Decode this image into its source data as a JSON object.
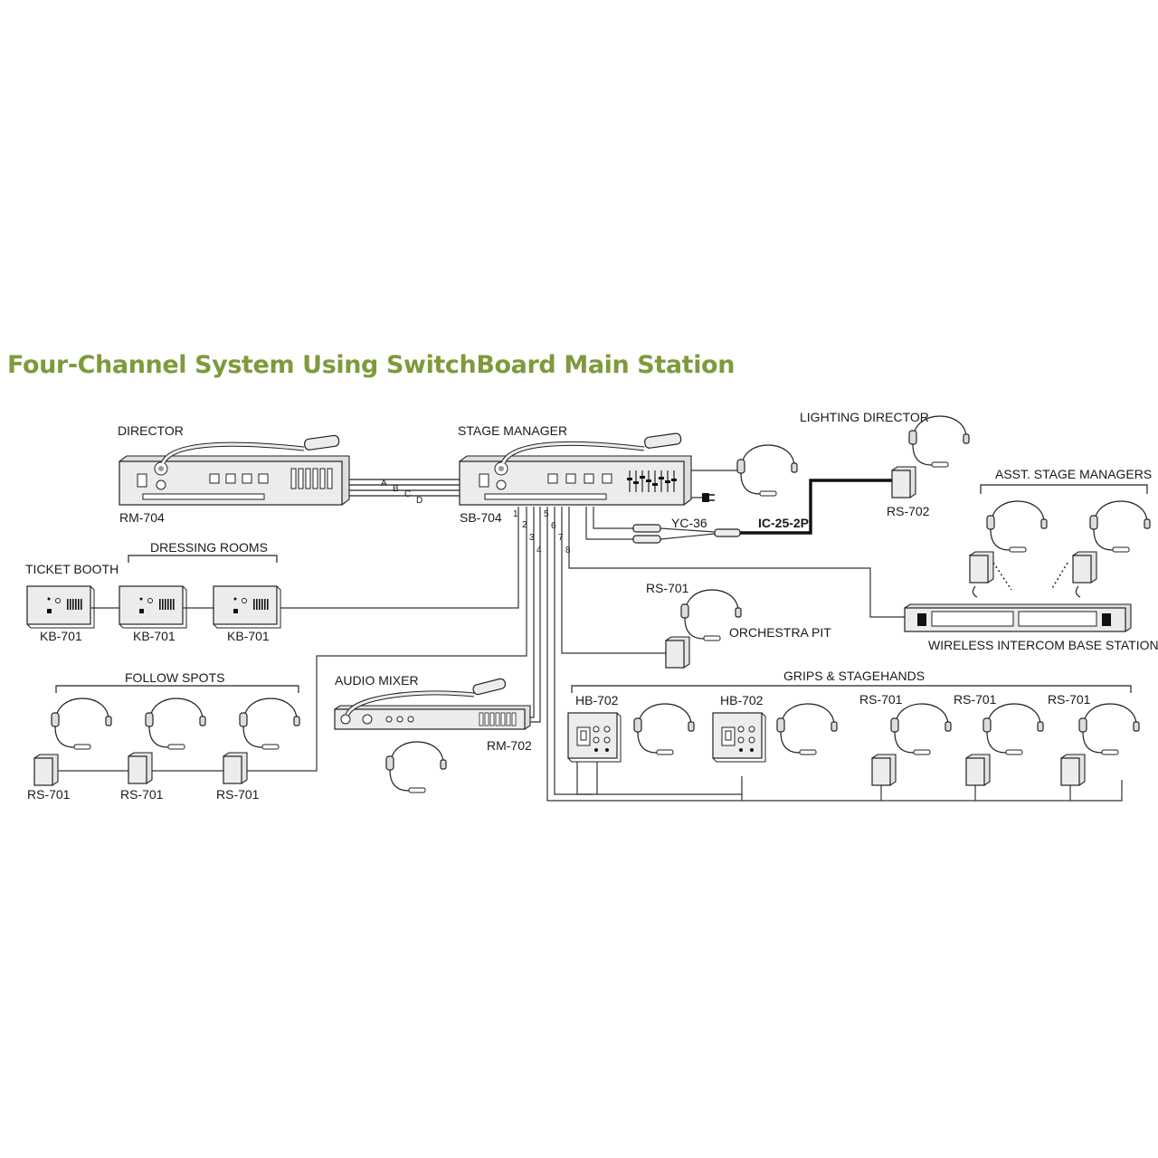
{
  "title": "Four-Channel System Using SwitchBoard Main Station",
  "labels": {
    "director": "DIRECTOR",
    "rm704": "RM-704",
    "stage_manager": "STAGE MANAGER",
    "sb704": "SB-704",
    "lighting_director": "LIGHTING DIRECTOR",
    "rs702_lighting": "RS-702",
    "asst_stage_managers": "ASST. STAGE MANAGERS",
    "yc36": "YC-36",
    "ic252p": "IC-25-2P",
    "ticket_booth": "TICKET BOOTH",
    "dressing_rooms": "DRESSING ROOMS",
    "kb701_1": "KB-701",
    "kb701_2": "KB-701",
    "kb701_3": "KB-701",
    "rs701_pit": "RS-701",
    "orchestra_pit": "ORCHESTRA PIT",
    "wireless_base": "WIRELESS INTERCOM BASE STATION",
    "follow_spots": "FOLLOW SPOTS",
    "audio_mixer": "AUDIO MIXER",
    "rm702": "RM-702",
    "grips": "GRIPS & STAGEHANDS",
    "hb702_1": "HB-702",
    "hb702_2": "HB-702",
    "rs701_g1": "RS-701",
    "rs701_g2": "RS-701",
    "rs701_g3": "RS-701",
    "rs701_f1": "RS-701",
    "rs701_f2": "RS-701",
    "rs701_f3": "RS-701"
  },
  "channel_letters": [
    "A",
    "B",
    "C",
    "D"
  ],
  "channel_numbers": [
    "1",
    "2",
    "3",
    "4",
    "5",
    "6",
    "7",
    "8"
  ],
  "colors": {
    "title": "#7e9a3c",
    "line": "#222222"
  }
}
